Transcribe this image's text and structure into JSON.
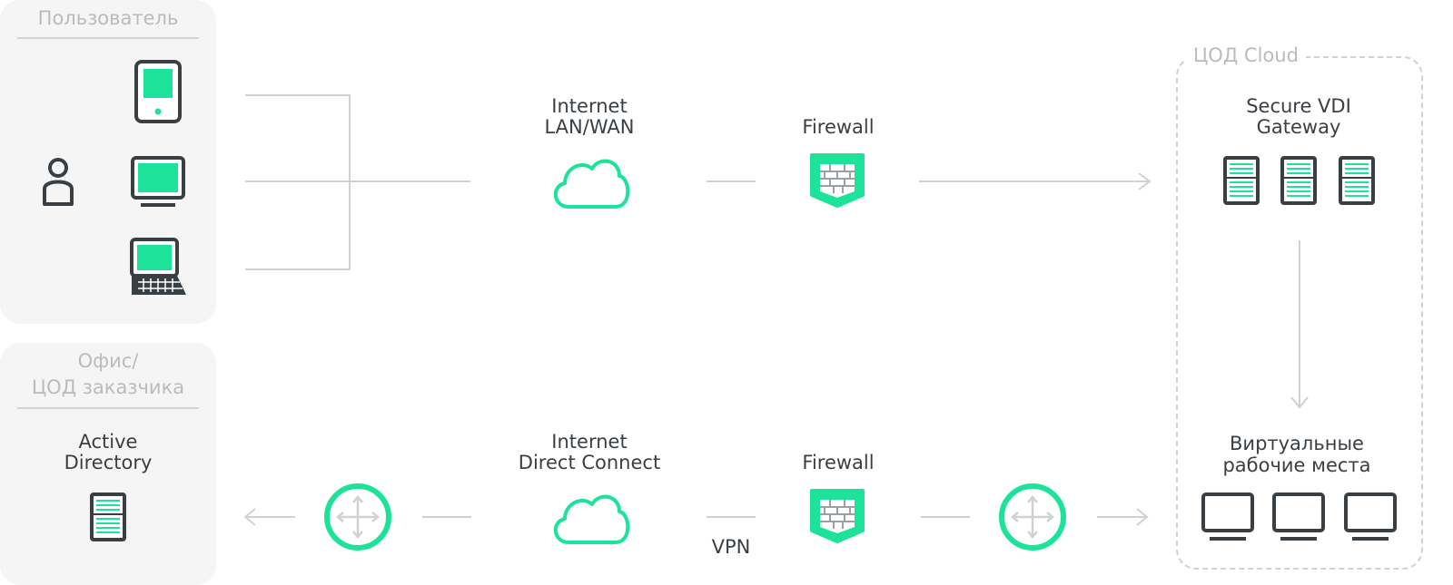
{
  "colors": {
    "accent": "#1de39a",
    "stroke": "#3a3f44",
    "line": "#cfd2d4",
    "panel_bg": "#f5f5f5",
    "muted_text": "#b8bcbf"
  },
  "user_panel": {
    "title": "Пользователь",
    "devices": [
      "phone-icon",
      "monitor-icon",
      "laptop-icon"
    ],
    "person_icon": "user-icon"
  },
  "office_panel": {
    "title_line1": "Офис/",
    "title_line2": "ЦОД заказчика",
    "active_directory_line1": "Active",
    "active_directory_line2": "Directory"
  },
  "top_flow": {
    "internet_line1": "Internet",
    "internet_line2": "LAN/WAN",
    "firewall": "Firewall"
  },
  "bottom_flow": {
    "internet_line1": "Internet",
    "internet_line2": "Direct Connect",
    "firewall": "Firewall",
    "vpn": "VPN"
  },
  "cloud": {
    "title": "ЦОД Cloud",
    "gateway_line1": "Secure VDI",
    "gateway_line2": "Gateway",
    "workplaces_line1": "Виртуальные",
    "workplaces_line2": "рабочие места"
  }
}
